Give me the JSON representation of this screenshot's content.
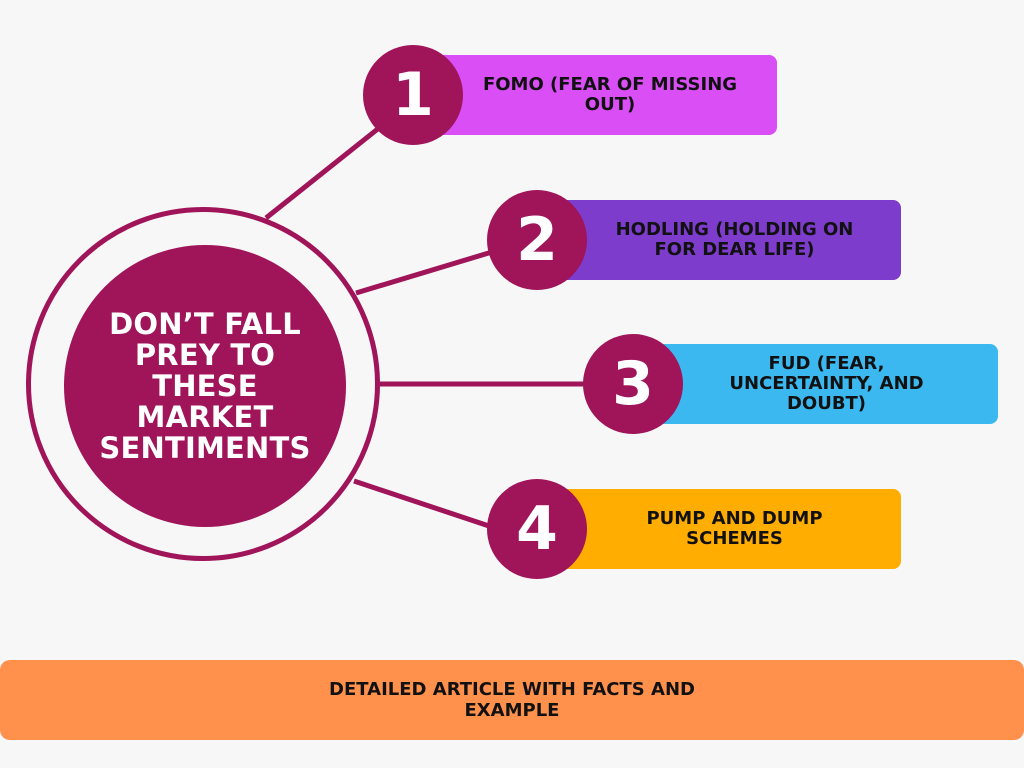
{
  "hub": {
    "title": "DON’T FALL PREY TO THESE MARKET SENTIMENTS",
    "color": "#a0145a"
  },
  "items": [
    {
      "number": "1",
      "label": "FOMO (FEAR OF MISSING OUT)",
      "color": "#d94ef5"
    },
    {
      "number": "2",
      "label": "HODLING (HOLDING ON FOR DEAR LIFE)",
      "color": "#7d3ccb"
    },
    {
      "number": "3",
      "label": "FUD (FEAR, UNCERTAINTY, AND DOUBT)",
      "color": "#3bb8f0"
    },
    {
      "number": "4",
      "label": "PUMP AND DUMP SCHEMES",
      "color": "#ffad00"
    }
  ],
  "cta": {
    "label": "DETAILED ARTICLE WITH FACTS AND EXAMPLE",
    "color": "#ff914d"
  },
  "connector_color": "#a0145a"
}
